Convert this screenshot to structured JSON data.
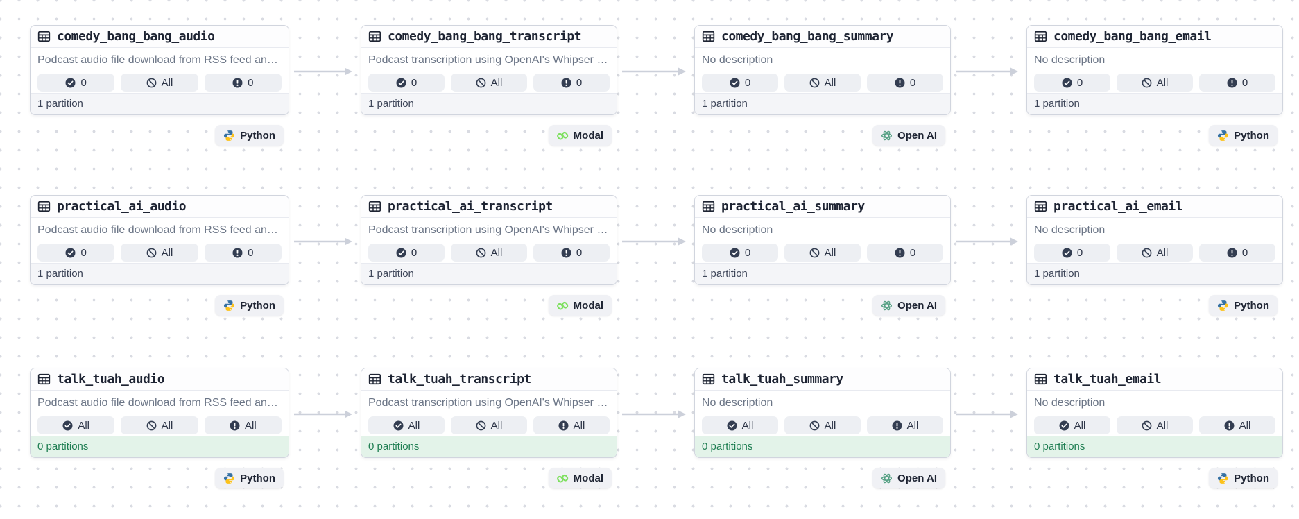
{
  "canvas": {
    "dot_color": "#d9dbe2",
    "background": "#ffffff",
    "arrow_color": "#ccd0da"
  },
  "colors": {
    "card_border": "#d1d5de",
    "title_text": "#1e2433",
    "description_text": "#6b7586",
    "badge_background": "#edeff3",
    "footer_background": "#f4f5f8",
    "footer_green_background": "#e3f3e9",
    "footer_green_text": "#1f7e52",
    "python_blue": "#3671a3",
    "python_yellow": "#fcc21b",
    "modal_green": "#7ee05f",
    "openai_green": "#56a184"
  },
  "badges_meta": [
    {
      "key": "materialized",
      "icon": "check-circle-icon"
    },
    {
      "key": "missing",
      "icon": "slash-circle-icon"
    },
    {
      "key": "failed",
      "icon": "error-circle-icon"
    }
  ],
  "nodes": [
    {
      "row": 0,
      "col": 0,
      "title": "comedy_bang_bang_audio",
      "description": "Podcast audio file download from RSS feed and …",
      "badges": {
        "materialized": "0",
        "missing": "All",
        "failed": "0"
      },
      "partitions": "1 partition",
      "partitions_state": "default",
      "tag": {
        "label": "Python",
        "icon": "python-logo"
      }
    },
    {
      "row": 0,
      "col": 1,
      "title": "comedy_bang_bang_transcript",
      "description": "Podcast transcription using OpenAI's Whipser mo…",
      "badges": {
        "materialized": "0",
        "missing": "All",
        "failed": "0"
      },
      "partitions": "1 partition",
      "partitions_state": "default",
      "tag": {
        "label": "Modal",
        "icon": "modal-logo"
      }
    },
    {
      "row": 0,
      "col": 2,
      "title": "comedy_bang_bang_summary",
      "description": "No description",
      "badges": {
        "materialized": "0",
        "missing": "All",
        "failed": "0"
      },
      "partitions": "1 partition",
      "partitions_state": "default",
      "tag": {
        "label": "Open AI",
        "icon": "openai-logo"
      }
    },
    {
      "row": 0,
      "col": 3,
      "title": "comedy_bang_bang_email",
      "description": "No description",
      "badges": {
        "materialized": "0",
        "missing": "All",
        "failed": "0"
      },
      "partitions": "1 partition",
      "partitions_state": "default",
      "tag": {
        "label": "Python",
        "icon": "python-logo"
      }
    },
    {
      "row": 1,
      "col": 0,
      "title": "practical_ai_audio",
      "description": "Podcast audio file download from RSS feed and …",
      "badges": {
        "materialized": "0",
        "missing": "All",
        "failed": "0"
      },
      "partitions": "1 partition",
      "partitions_state": "default",
      "tag": {
        "label": "Python",
        "icon": "python-logo"
      }
    },
    {
      "row": 1,
      "col": 1,
      "title": "practical_ai_transcript",
      "description": "Podcast transcription using OpenAI's Whipser mo…",
      "badges": {
        "materialized": "0",
        "missing": "All",
        "failed": "0"
      },
      "partitions": "1 partition",
      "partitions_state": "default",
      "tag": {
        "label": "Modal",
        "icon": "modal-logo"
      }
    },
    {
      "row": 1,
      "col": 2,
      "title": "practical_ai_summary",
      "description": "No description",
      "badges": {
        "materialized": "0",
        "missing": "All",
        "failed": "0"
      },
      "partitions": "1 partition",
      "partitions_state": "default",
      "tag": {
        "label": "Open AI",
        "icon": "openai-logo"
      }
    },
    {
      "row": 1,
      "col": 3,
      "title": "practical_ai_email",
      "description": "No description",
      "badges": {
        "materialized": "0",
        "missing": "All",
        "failed": "0"
      },
      "partitions": "1 partition",
      "partitions_state": "default",
      "tag": {
        "label": "Python",
        "icon": "python-logo"
      }
    },
    {
      "row": 2,
      "col": 0,
      "title": "talk_tuah_audio",
      "description": "Podcast audio file download from RSS feed and …",
      "badges": {
        "materialized": "All",
        "missing": "All",
        "failed": "All"
      },
      "partitions": "0 partitions",
      "partitions_state": "zero",
      "tag": {
        "label": "Python",
        "icon": "python-logo"
      }
    },
    {
      "row": 2,
      "col": 1,
      "title": "talk_tuah_transcript",
      "description": "Podcast transcription using OpenAI's Whipser mo…",
      "badges": {
        "materialized": "All",
        "missing": "All",
        "failed": "All"
      },
      "partitions": "0 partitions",
      "partitions_state": "zero",
      "tag": {
        "label": "Modal",
        "icon": "modal-logo"
      }
    },
    {
      "row": 2,
      "col": 2,
      "title": "talk_tuah_summary",
      "description": "No description",
      "badges": {
        "materialized": "All",
        "missing": "All",
        "failed": "All"
      },
      "partitions": "0 partitions",
      "partitions_state": "zero",
      "tag": {
        "label": "Open AI",
        "icon": "openai-logo"
      }
    },
    {
      "row": 2,
      "col": 3,
      "title": "talk_tuah_email",
      "description": "No description",
      "badges": {
        "materialized": "All",
        "missing": "All",
        "failed": "All"
      },
      "partitions": "0 partitions",
      "partitions_state": "zero",
      "tag": {
        "label": "Python",
        "icon": "python-logo"
      }
    }
  ],
  "edges": [
    [
      0,
      1
    ],
    [
      1,
      2
    ],
    [
      2,
      3
    ],
    [
      4,
      5
    ],
    [
      5,
      6
    ],
    [
      6,
      7
    ],
    [
      8,
      9
    ],
    [
      9,
      10
    ],
    [
      10,
      11
    ]
  ]
}
